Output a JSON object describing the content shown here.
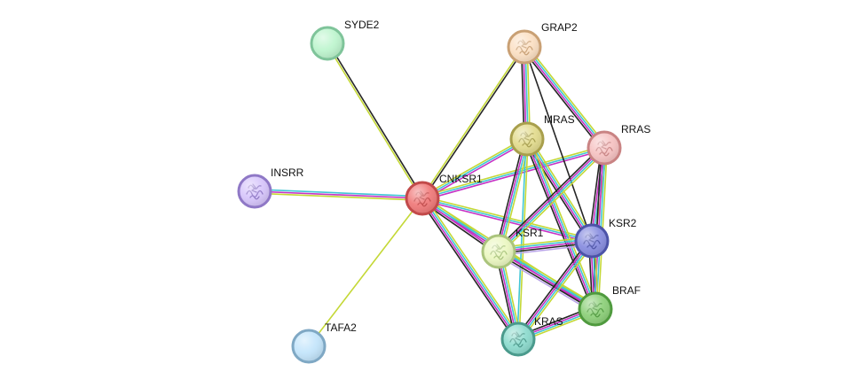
{
  "network": {
    "nodes": [
      {
        "id": "CNKSR1",
        "label": "CNKSR1",
        "color": "#f07c7c",
        "stroke": "#c24a4a",
        "icon": "protein-structure-icon",
        "has_structure": true
      },
      {
        "id": "SYDE2",
        "label": "SYDE2",
        "color": "#bff5cf",
        "stroke": "#7fc49a",
        "icon": "",
        "has_structure": false
      },
      {
        "id": "GRAP2",
        "label": "GRAP2",
        "color": "#fbe0c4",
        "stroke": "#c9a074",
        "icon": "protein-structure-icon",
        "has_structure": true
      },
      {
        "id": "MRAS",
        "label": "MRAS",
        "color": "#e3dc90",
        "stroke": "#a89f4c",
        "icon": "protein-structure-icon",
        "has_structure": true
      },
      {
        "id": "RRAS",
        "label": "RRAS",
        "color": "#f6c3c3",
        "stroke": "#c98383",
        "icon": "protein-structure-icon",
        "has_structure": true
      },
      {
        "id": "INSRR",
        "label": "INSRR",
        "color": "#d7c6fb",
        "stroke": "#8f78c6",
        "icon": "protein-structure-icon",
        "has_structure": true
      },
      {
        "id": "KSR2",
        "label": "KSR2",
        "color": "#8a8fe0",
        "stroke": "#4c53a8",
        "icon": "protein-structure-icon",
        "has_structure": true
      },
      {
        "id": "KSR1",
        "label": "KSR1",
        "color": "#ebf7c2",
        "stroke": "#aac47c",
        "icon": "protein-structure-icon",
        "has_structure": true
      },
      {
        "id": "BRAF",
        "label": "BRAF",
        "color": "#8fd17c",
        "stroke": "#4f9a3e",
        "icon": "protein-structure-icon",
        "has_structure": true
      },
      {
        "id": "TAFA2",
        "label": "TAFA2",
        "color": "#c4e5fb",
        "stroke": "#7fa8c4",
        "icon": "",
        "has_structure": false
      },
      {
        "id": "KRAS",
        "label": "KRAS",
        "color": "#8fdccf",
        "stroke": "#4a9a8c",
        "icon": "protein-structure-icon",
        "has_structure": true
      }
    ],
    "edge_colors": {
      "textmining": "#c4d836",
      "coexpression": "#262626",
      "experiments": "#c631c4",
      "databases": "#41c6d4",
      "neighborhood": "#3c6eea",
      "homology": "#b9a4e8"
    },
    "edges": [
      {
        "source": "CNKSR1",
        "target": "SYDE2",
        "evidence": [
          "textmining",
          "coexpression"
        ]
      },
      {
        "source": "CNKSR1",
        "target": "GRAP2",
        "evidence": [
          "textmining",
          "coexpression"
        ]
      },
      {
        "source": "CNKSR1",
        "target": "MRAS",
        "evidence": [
          "textmining",
          "databases",
          "experiments"
        ]
      },
      {
        "source": "CNKSR1",
        "target": "RRAS",
        "evidence": [
          "textmining",
          "databases",
          "experiments"
        ]
      },
      {
        "source": "CNKSR1",
        "target": "INSRR",
        "evidence": [
          "textmining",
          "experiments",
          "databases"
        ]
      },
      {
        "source": "CNKSR1",
        "target": "TAFA2",
        "evidence": [
          "textmining"
        ]
      },
      {
        "source": "CNKSR1",
        "target": "KSR1",
        "evidence": [
          "textmining",
          "databases",
          "experiments",
          "coexpression"
        ]
      },
      {
        "source": "CNKSR1",
        "target": "KSR2",
        "evidence": [
          "textmining",
          "databases",
          "experiments"
        ]
      },
      {
        "source": "CNKSR1",
        "target": "BRAF",
        "evidence": [
          "textmining",
          "databases",
          "experiments"
        ]
      },
      {
        "source": "CNKSR1",
        "target": "KRAS",
        "evidence": [
          "textmining",
          "databases",
          "experiments",
          "coexpression"
        ]
      },
      {
        "source": "GRAP2",
        "target": "MRAS",
        "evidence": [
          "textmining",
          "databases",
          "experiments",
          "coexpression"
        ]
      },
      {
        "source": "GRAP2",
        "target": "RRAS",
        "evidence": [
          "textmining",
          "databases",
          "experiments",
          "coexpression"
        ]
      },
      {
        "source": "GRAP2",
        "target": "KSR2",
        "evidence": [
          "coexpression"
        ]
      },
      {
        "source": "MRAS",
        "target": "KSR1",
        "evidence": [
          "textmining",
          "databases",
          "experiments",
          "coexpression"
        ]
      },
      {
        "source": "MRAS",
        "target": "KSR2",
        "evidence": [
          "textmining",
          "databases",
          "experiments",
          "coexpression"
        ]
      },
      {
        "source": "MRAS",
        "target": "BRAF",
        "evidence": [
          "textmining",
          "databases",
          "experiments",
          "coexpression"
        ]
      },
      {
        "source": "MRAS",
        "target": "KRAS",
        "evidence": [
          "textmining",
          "databases"
        ]
      },
      {
        "source": "RRAS",
        "target": "KSR1",
        "evidence": [
          "textmining",
          "databases",
          "experiments",
          "coexpression"
        ]
      },
      {
        "source": "RRAS",
        "target": "KSR2",
        "evidence": [
          "textmining",
          "databases",
          "experiments",
          "coexpression"
        ]
      },
      {
        "source": "RRAS",
        "target": "BRAF",
        "evidence": [
          "textmining",
          "databases",
          "experiments",
          "coexpression"
        ]
      },
      {
        "source": "KSR1",
        "target": "KSR2",
        "evidence": [
          "textmining",
          "databases",
          "experiments",
          "coexpression",
          "homology"
        ]
      },
      {
        "source": "KSR1",
        "target": "BRAF",
        "evidence": [
          "textmining",
          "databases",
          "experiments",
          "coexpression",
          "homology"
        ]
      },
      {
        "source": "KSR1",
        "target": "KRAS",
        "evidence": [
          "textmining",
          "databases",
          "experiments",
          "coexpression"
        ]
      },
      {
        "source": "KSR2",
        "target": "BRAF",
        "evidence": [
          "textmining",
          "databases",
          "experiments",
          "coexpression"
        ]
      },
      {
        "source": "KSR2",
        "target": "KRAS",
        "evidence": [
          "textmining",
          "databases",
          "experiments",
          "coexpression"
        ]
      },
      {
        "source": "BRAF",
        "target": "KRAS",
        "evidence": [
          "textmining",
          "databases",
          "experiments",
          "coexpression"
        ]
      }
    ]
  }
}
